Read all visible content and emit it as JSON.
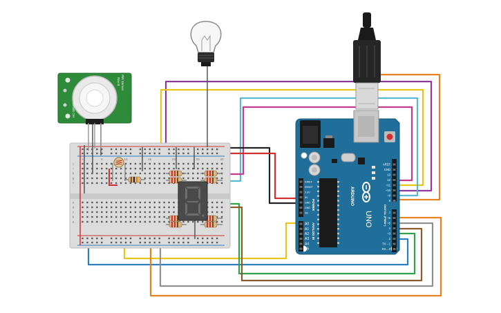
{
  "pir_sensor": {
    "text_left": "HC-SR501",
    "text_right_1": "PIR Sensor",
    "text_right_2": "Rev B"
  },
  "arduino": {
    "logo_text": "ARDUINO",
    "model_text": "UNO",
    "power_header": "POWER",
    "analog_header": "ANALOG IN",
    "digital_header": "DIGITAL (PWM~)",
    "power_pins": [
      "IOREF",
      "RESET",
      "3.3V",
      "5V",
      "GND",
      "GND",
      "Vin"
    ],
    "analog_pins": [
      "A0",
      "A1",
      "A2",
      "A3",
      "A4",
      "A5"
    ],
    "digital_top_pins": [
      "AREF",
      "GND",
      "13",
      "12",
      "~11",
      "~10",
      "~9",
      "8"
    ],
    "digital_bottom_pins": [
      "7",
      "~6",
      "~5",
      "4",
      "~3",
      "2",
      "TX→1",
      "RX←0"
    ]
  },
  "breadboard": {
    "column_numbers_top": [
      "1",
      "5",
      "10",
      "15",
      "20",
      "25",
      "30"
    ],
    "row_letters_upper": [
      "j",
      "i",
      "h",
      "g",
      "f"
    ],
    "row_letters_lower": [
      "e",
      "d",
      "c",
      "b",
      "a"
    ]
  },
  "colors": {
    "wire_orange": "#e8821e",
    "wire_purple": "#8b3a9c",
    "wire_yellow": "#e6c619",
    "wire_cyan": "#56b9d0",
    "wire_magenta": "#c43a8a",
    "wire_black": "#222222",
    "wire_red": "#d23030",
    "wire_blue": "#2a7fc2",
    "wire_green": "#2fa34a",
    "wire_brown": "#8a5a2b",
    "wire_gray": "#8f8f8f",
    "arduino_board": "#1f6f9a",
    "pir_board": "#2e8b3a"
  }
}
